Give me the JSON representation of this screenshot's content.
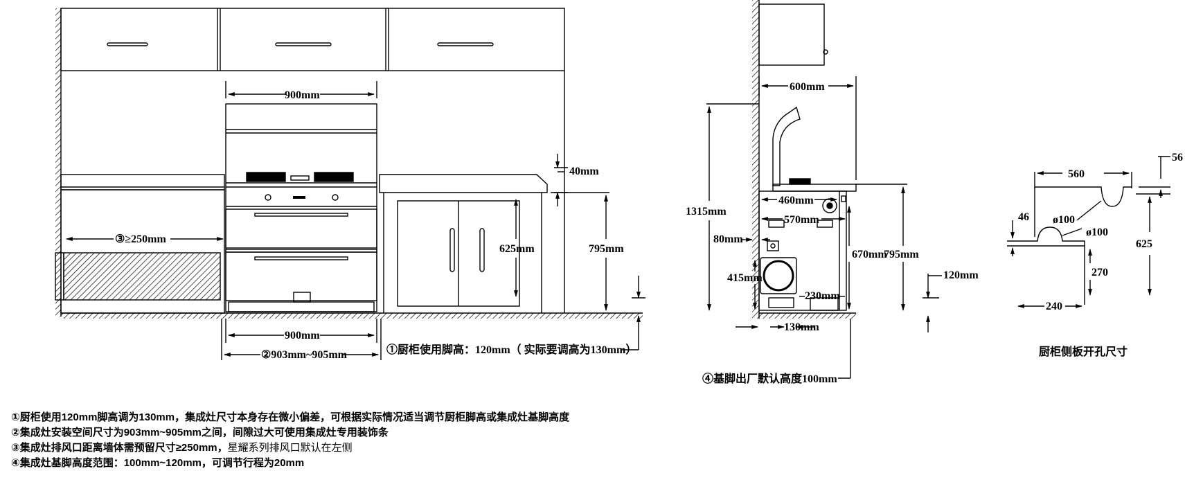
{
  "front_view": {
    "dim_hood_width": "900mm",
    "dim_vent_gap": "③≥250mm",
    "dim_stove_width": "900mm",
    "dim_install_space": "②903mm~905mm",
    "dim_counter_thickness": "40mm",
    "dim_cabinet_625": "625mm",
    "dim_cabinet_795": "795mm",
    "note_leg_height": "①厨柜使用脚高：120mm（ 实际要调高为130mm）"
  },
  "side_view": {
    "dim_depth_600": "600mm",
    "dim_total_1315": "1315mm",
    "dim_460": "460mm",
    "dim_570": "570mm",
    "dim_80": "80mm",
    "dim_415": "415mm",
    "dim_670": "670mm",
    "dim_795": "795mm",
    "dim_120": "120mm",
    "dim_230": "230mm",
    "dim_130": "130mm",
    "note_base_feet": "④基脚出厂默认高度100mm"
  },
  "hole_view": {
    "dim_560": "560",
    "dim_56": "56",
    "dim_46": "46",
    "dim_phi100_a": "ø100",
    "dim_phi100_b": "ø100",
    "dim_625": "625",
    "dim_270": "270",
    "dim_240": "240",
    "caption": "厨柜侧板开孔尺寸"
  },
  "notes": [
    {
      "bold": "①厨柜使用120mm脚高调为130mm，集成灶尺寸本身存在微小偏差，可根据实际情况适当调节厨柜脚高或集成灶基脚高度",
      "plain": ""
    },
    {
      "bold": "②集成灶安装空间尺寸为903mm~905mm之间，间隙过大可使用集成灶专用装饰条",
      "plain": ""
    },
    {
      "bold": "③集成灶排风口距离墙体需预留尺寸≥250mm，",
      "plain": "星耀系列排风口默认在左侧"
    },
    {
      "bold": "④集成灶基脚高度范围：100mm~120mm，可调节行程为20mm",
      "plain": ""
    }
  ]
}
